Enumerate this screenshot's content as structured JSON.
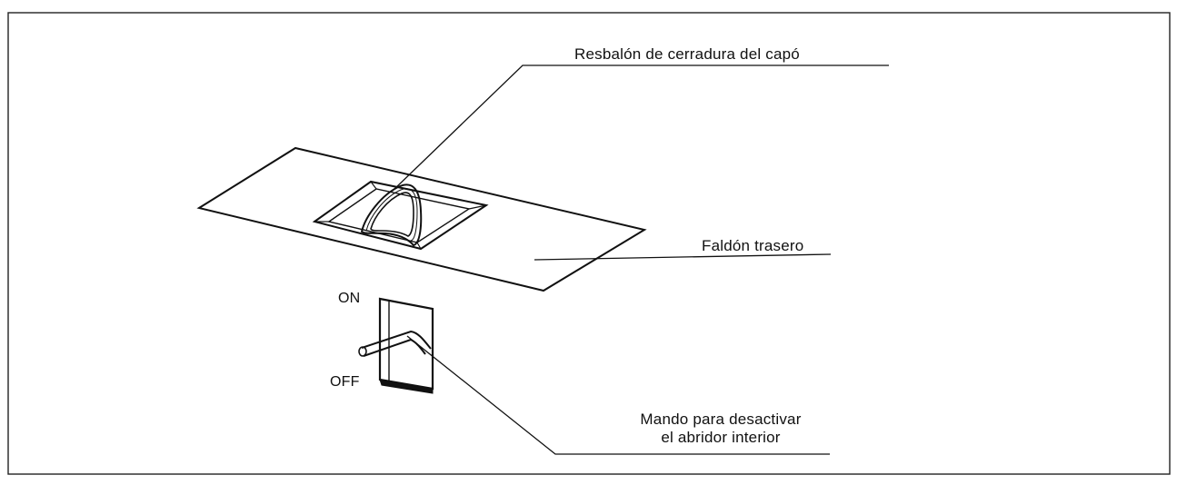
{
  "diagram": {
    "labels": {
      "latch": "Resbalón de cerradura del capó",
      "skirt": "Faldón trasero",
      "handle_line1": "Mando para desactivar",
      "handle_line2": "el abridor interior",
      "on": "ON",
      "off": "OFF"
    },
    "colors": {
      "ink": "#111111",
      "background": "#ffffff"
    }
  }
}
